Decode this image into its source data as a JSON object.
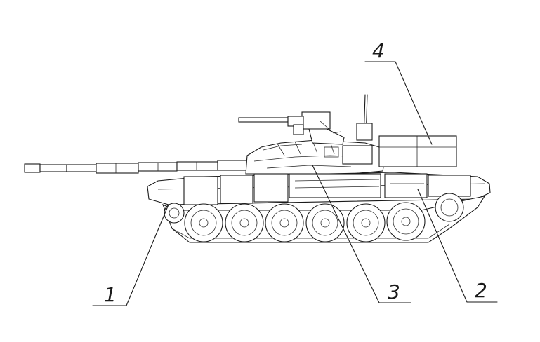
{
  "drawing": {
    "callouts": [
      {
        "id": "1",
        "label": "1"
      },
      {
        "id": "2",
        "label": "2"
      },
      {
        "id": "3",
        "label": "3"
      },
      {
        "id": "4",
        "label": "4"
      }
    ]
  }
}
